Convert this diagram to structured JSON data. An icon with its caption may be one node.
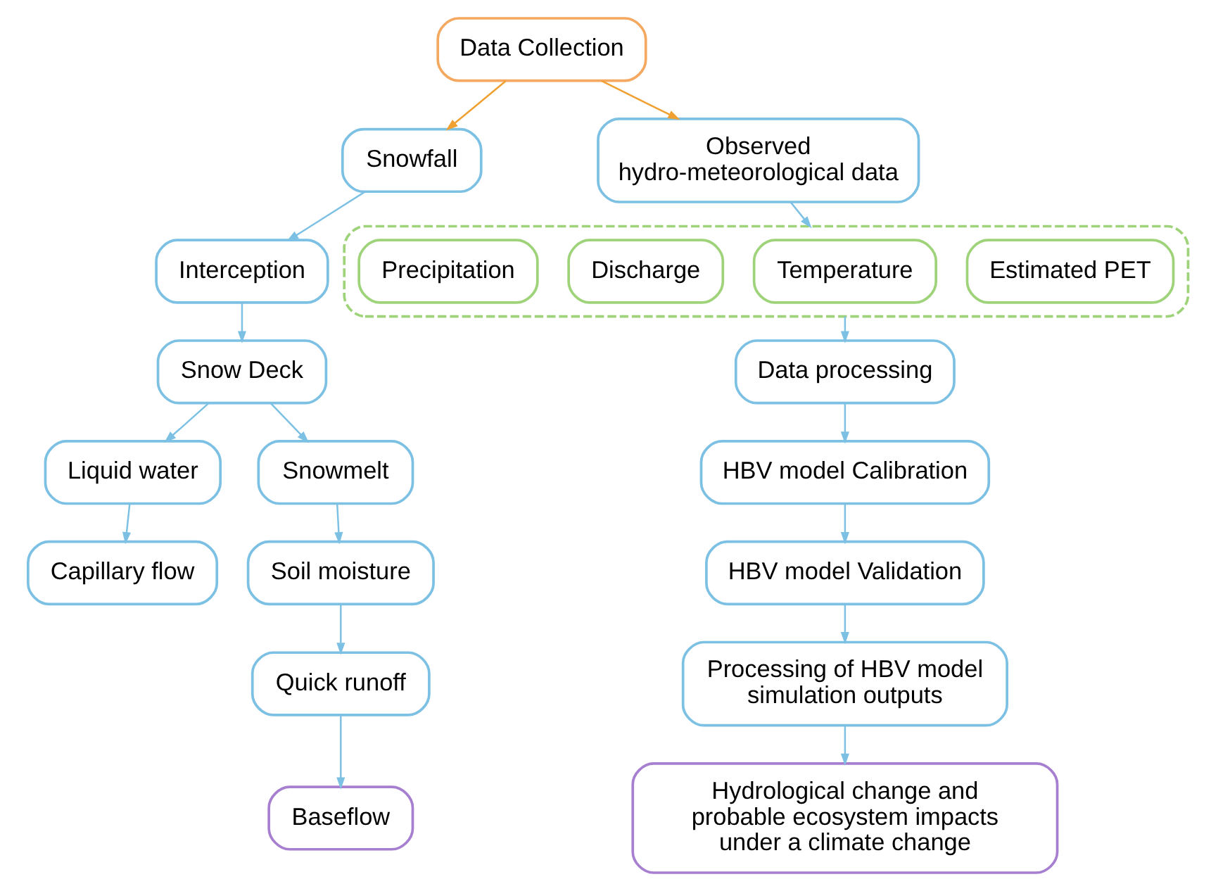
{
  "diagram": {
    "nodes": [
      {
        "text": [
          "Data Collection"
        ]
      },
      {
        "text": [
          "Snowfall"
        ]
      },
      {
        "text": [
          "Interception"
        ]
      },
      {
        "text": [
          "Snow Deck"
        ]
      },
      {
        "text": [
          "Liquid water"
        ]
      },
      {
        "text": [
          "Snowmelt"
        ]
      },
      {
        "text": [
          "Capillary flow"
        ]
      },
      {
        "text": [
          "Soil moisture"
        ]
      },
      {
        "text": [
          "Quick runoff"
        ]
      },
      {
        "text": [
          "Baseflow"
        ]
      },
      {
        "text": [
          "Observed hydro-meteorological data"
        ]
      },
      {
        "text": [],
        "shape": "box"
      },
      {
        "text": [
          "Precipitation"
        ],
        "in": 11
      },
      {
        "text": [
          "Discharge"
        ],
        "in": 11
      },
      {
        "text": [
          "Temperature"
        ],
        "in": 11
      },
      {
        "text": [
          "Estimated PET"
        ],
        "in": 11
      },
      {
        "text": [
          "Data processing"
        ]
      },
      {
        "text": [
          "HBV model Calibration"
        ]
      },
      {
        "text": [
          "HBV model Validation"
        ]
      },
      {
        "text": [
          "Processing of HBV model simulation outputs"
        ]
      },
      {
        "text": [
          "Hydrological change and probable ecosystem impacts under a climate change"
        ]
      }
    ],
    "edges": [
      {
        "from": 0,
        "to": 1,
        "arrow": "to",
        "color": "#f0a030"
      },
      {
        "from": 0,
        "to": 10,
        "arrow": "to",
        "color": "#f0a030"
      },
      {
        "from": 1,
        "to": 2,
        "arrow": "to"
      },
      {
        "from": 2,
        "to": 3,
        "arrow": "to"
      },
      {
        "from": 3,
        "to": 4,
        "arrow": "to"
      },
      {
        "from": 3,
        "to": 5,
        "arrow": "to"
      },
      {
        "from": 4,
        "to": 6,
        "arrow": "to"
      },
      {
        "from": 5,
        "to": 7,
        "arrow": "to"
      },
      {
        "from": 7,
        "to": 8,
        "arrow": "to"
      },
      {
        "from": 8,
        "to": 9,
        "arrow": "to"
      },
      {
        "from": 10,
        "to": 11,
        "arrow": "to"
      },
      {
        "from": 11,
        "to": 16,
        "arrow": "to"
      },
      {
        "from": 16,
        "to": 17,
        "arrow": "to"
      },
      {
        "from": 17,
        "to": 18,
        "arrow": "to"
      },
      {
        "from": 18,
        "to": 19,
        "arrow": "to"
      },
      {
        "from": 19,
        "to": 20,
        "arrow": "to"
      }
    ]
  }
}
